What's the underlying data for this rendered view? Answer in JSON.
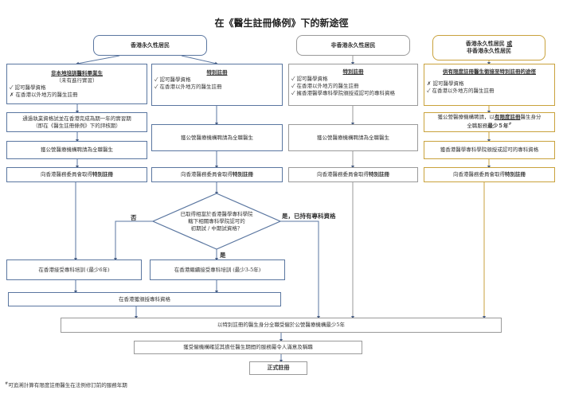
{
  "title": "在《醫生註冊條例》下的新途徑",
  "colors": {
    "path_permanent": "#5a76a0",
    "path_non_permanent": "#9a9a9a",
    "path_limited": "#c9a23c"
  },
  "top": {
    "permanent": "香港永久性居民",
    "non_permanent": "非香港永久性居民",
    "either_line1": "香港永久性居民",
    "either_or": "或",
    "either_line2": "非香港永久性居民"
  },
  "col1": {
    "heading": "非本地培訓醫科畢業生",
    "subheading": "（未有進行實習）",
    "items": [
      "✓ 認可醫學資格",
      "✗ 在香港以外地方的醫生註冊"
    ],
    "step1": "通過執業資格試並在香港完成為期一年的實習期",
    "step1b": "（即在《醫生註冊條例》下的評核期）",
    "step2": "獲公營醫療機構聘請為全職醫生",
    "step3_pre": "向香港醫務委員會取得",
    "step3_bold": "特別註冊"
  },
  "col2": {
    "heading": "特別註冊",
    "items": [
      "✓ 認可醫學資格",
      "✓ 在香港以外地方的醫生註冊"
    ],
    "step1": "獲公營醫療機構聘請為全職醫生",
    "step2_pre": "向香港醫務委員會取得",
    "step2_bold": "特別註冊"
  },
  "col3": {
    "heading": "特別註冊",
    "items": [
      "✓ 認可醫學資格",
      "✓ 在香港以外地方的醫生註冊",
      "✓ 擁香港醫學專科學院頒授或認可的專科資格"
    ],
    "step1": "獲公營醫療機構聘請為全職醫生",
    "step2_pre": "向香港醫務委員會取得",
    "step2_bold": "特別註冊"
  },
  "col4": {
    "heading": "供有限度註冊醫生銜接至特別註冊的途徑",
    "items": [
      "✗ 認可醫學資格",
      "✓ 在香港以外地方的醫生註冊"
    ],
    "step1_a": "獲公營醫療機構聘請，以",
    "step1_ul": "有限度註冊",
    "step1_b": "醫生身分",
    "step1_c": "全職服務",
    "step1_bold": "最少５年",
    "step1_mark": "#",
    "step2": "獲香港醫學專科學院頒授或認可的專科資格",
    "step3_pre": "向香港醫務委員會取得",
    "step3_bold": "特別註冊"
  },
  "decision": {
    "line1": "已取得相當於香港醫學專科學院",
    "line2": "轄下相關專科學院認可的",
    "line3": "初期試 / 中期試資格？",
    "no": "否",
    "yes": "是",
    "yes_specialist": "是，已持有專科資格"
  },
  "training": {
    "six_years": "在香港接受專科培訓 (最少6年)",
    "three_five_years": "在香港繼續接受專科培訓 (最少3-5年)",
    "awarded": "在香港獲頒授專科資格"
  },
  "final": {
    "service": "以特別註冊的醫生身分全職受僱於公營醫療機構最少5年",
    "confirm": "獲受僱機構確認其擔任醫生期間的服務屬令人滿意及稱職",
    "full": "正式註冊"
  },
  "footnote_mark": "#",
  "footnote": "可追溯計算有限度註冊醫生在法例修訂前的服務年期"
}
